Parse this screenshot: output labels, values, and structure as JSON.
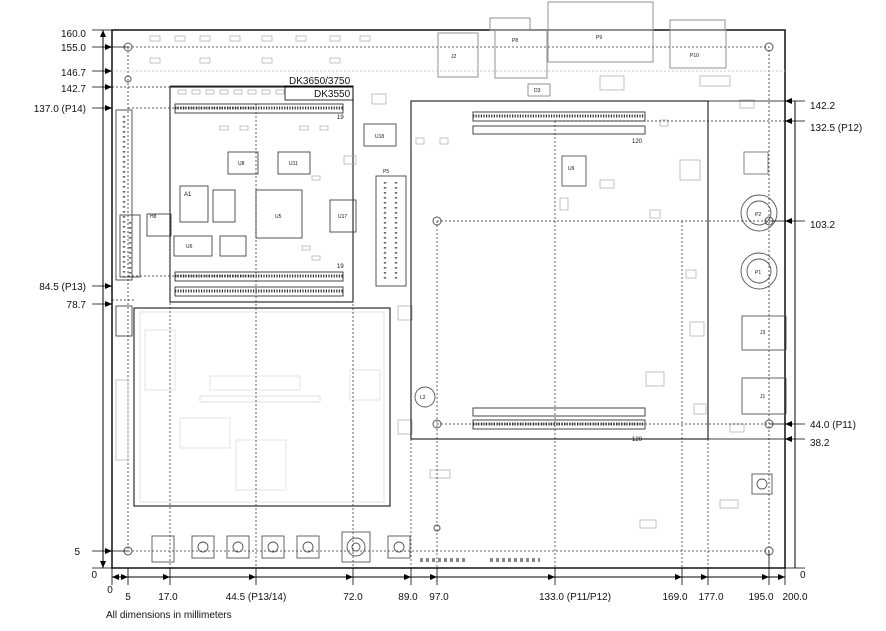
{
  "labels": {
    "dk_3650_3750": "DK3650/3750",
    "dk_3550": "DK3550"
  },
  "left_dimensions": [
    {
      "label": "160.0"
    },
    {
      "label": "155.0"
    },
    {
      "label": "146.7"
    },
    {
      "label": "142.7"
    },
    {
      "label": "137.0 (P14)"
    },
    {
      "label": "84.5 (P13)"
    },
    {
      "label": "78.7"
    },
    {
      "label": "5"
    },
    {
      "label": "0"
    }
  ],
  "right_dimensions": [
    {
      "label": "142.2"
    },
    {
      "label": "132.5 (P12)"
    },
    {
      "label": "103.2"
    },
    {
      "label": "44.0 (P11)"
    },
    {
      "label": "38.2"
    },
    {
      "label": "0"
    }
  ],
  "bottom_dimensions": [
    {
      "label": "0"
    },
    {
      "label": "5"
    },
    {
      "label": "17.0"
    },
    {
      "label": "44.5 (P13/14)"
    },
    {
      "label": "72.0"
    },
    {
      "label": "89.0"
    },
    {
      "label": "97.0"
    },
    {
      "label": "133.0 (P11/P12)"
    },
    {
      "label": "169.0"
    },
    {
      "label": "177.0"
    },
    {
      "label": "195.0"
    },
    {
      "label": "200.0"
    }
  ],
  "components": {
    "j2": "J2",
    "p8": "P8",
    "p9": "P9",
    "p10": "P10",
    "d3": "D3",
    "a1": "A1",
    "h8": "H8",
    "u8": "U8",
    "u11": "U11",
    "u5": "U5",
    "u6": "U6",
    "u17": "U17",
    "u18": "U18",
    "u9": "U9",
    "p1": "P1",
    "p2": "P2",
    "p5": "P5",
    "j3": "J3",
    "j1": "J1",
    "l2": "L2"
  },
  "connector_pins": {
    "p14_pin": "19",
    "p13_pin": "19",
    "p12_pin": "120",
    "p11_pin": "120"
  },
  "note": "All dimensions in millimeters"
}
